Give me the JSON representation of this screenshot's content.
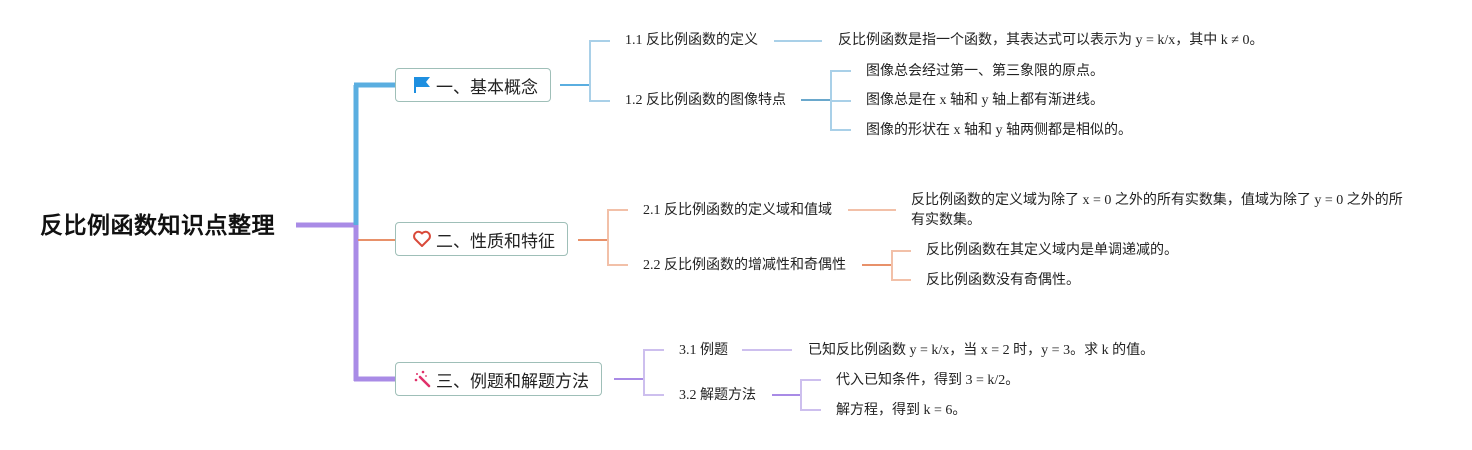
{
  "root": {
    "title": "反比例函数知识点整理"
  },
  "colors": {
    "branch1": "#5aaee0",
    "branch2": "#e8916a",
    "branch3": "#a98be6",
    "sub1": "#a9d0e8",
    "sub2": "#f2c0a8",
    "sub3": "#cdbfee",
    "topic_border": "#9fbfb8",
    "flag_icon": "#1e8fe0",
    "heart_icon": "#d94a3a",
    "wand_icon": "#e0306a"
  },
  "topics": [
    {
      "label": "一、基本概念",
      "icon": "flag-icon",
      "subtopics": [
        {
          "label": "1.1 反比例函数的定义",
          "details": [
            "反比例函数是指一个函数，其表达式可以表示为 y = k/x，其中 k ≠ 0。"
          ]
        },
        {
          "label": "1.2 反比例函数的图像特点",
          "details": [
            "图像总会经过第一、第三象限的原点。",
            "图像总是在 x 轴和 y 轴上都有渐进线。",
            "图像的形状在 x 轴和 y 轴两侧都是相似的。"
          ]
        }
      ]
    },
    {
      "label": "二、性质和特征",
      "icon": "heart-icon",
      "subtopics": [
        {
          "label": "2.1 反比例函数的定义域和值域",
          "details": [
            "反比例函数的定义域为除了 x = 0 之外的所有实数集，值域为除了 y = 0 之外的所有实数集。"
          ]
        },
        {
          "label": "2.2 反比例函数的增减性和奇偶性",
          "details": [
            "反比例函数在其定义域内是单调递减的。",
            "反比例函数没有奇偶性。"
          ]
        }
      ]
    },
    {
      "label": "三、例题和解题方法",
      "icon": "magic-wand-icon",
      "subtopics": [
        {
          "label": "3.1 例题",
          "details": [
            "已知反比例函数 y = k/x，当 x = 2 时，y = 3。求 k 的值。"
          ]
        },
        {
          "label": "3.2 解题方法",
          "details": [
            "代入已知条件，得到 3 = k/2。",
            "解方程，得到 k = 6。"
          ]
        }
      ]
    }
  ]
}
